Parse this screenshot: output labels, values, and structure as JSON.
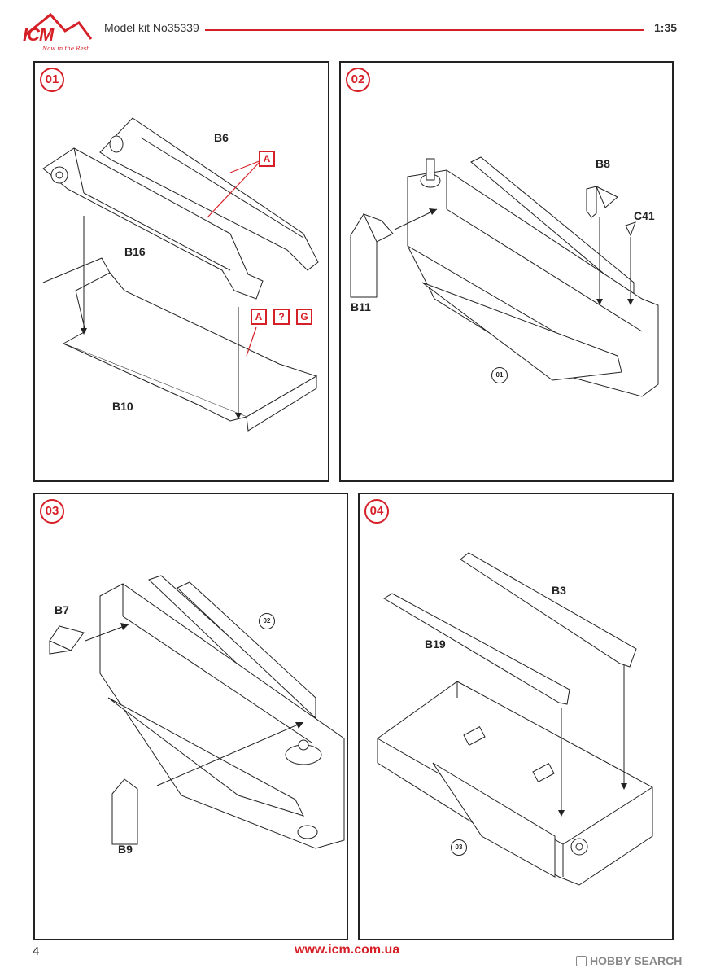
{
  "header": {
    "logo_text": "ICM",
    "logo_tagline": "Now in the Rest",
    "kit_title": "Model kit No35339",
    "scale": "1:35"
  },
  "steps": [
    {
      "number": "01",
      "parts": [
        "B6",
        "B16",
        "B10"
      ],
      "paint_codes": [
        "A",
        "A",
        "?",
        "G"
      ]
    },
    {
      "number": "02",
      "parts": [
        "B8",
        "C41",
        "B11"
      ],
      "ref_step": "01"
    },
    {
      "number": "03",
      "parts": [
        "B7",
        "B9"
      ],
      "ref_step": "02"
    },
    {
      "number": "04",
      "parts": [
        "B3",
        "B19"
      ],
      "ref_step": "03"
    }
  ],
  "footer": {
    "page_number": "4",
    "url": "www.icm.com.ua",
    "watermark": "HOBBY SEARCH"
  },
  "colors": {
    "accent": "#d62028",
    "line": "#222222"
  }
}
